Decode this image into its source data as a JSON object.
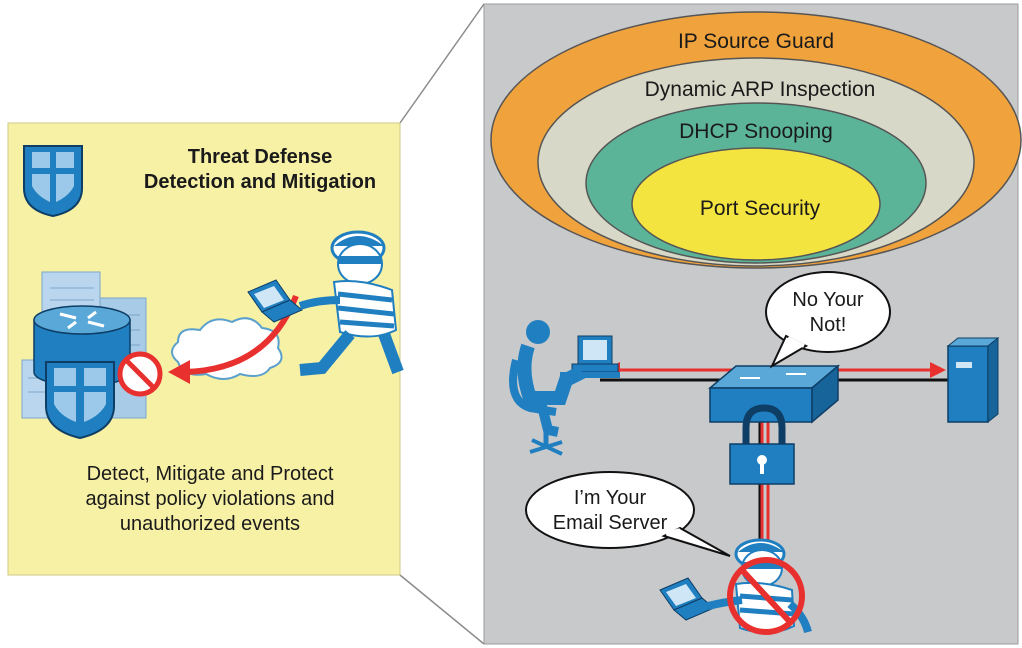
{
  "left_panel": {
    "title_line1": "Threat Defense",
    "title_line2": "Detection and Mitigation",
    "description_line1": "Detect, Mitigate and Protect",
    "description_line2": "against policy violations and",
    "description_line3": "unauthorized events"
  },
  "layers": {
    "outer": "IP Source Guard",
    "second": "Dynamic ARP Inspection",
    "third": "DHCP Snooping",
    "inner": "Port Security"
  },
  "bubbles": {
    "switch_line1": "No Your",
    "switch_line2": "Not!",
    "attacker_line1": "I’m Your",
    "attacker_line2": "Email Server"
  },
  "colors": {
    "left_panel_bg": "#f7f1a6",
    "right_panel_bg": "#c8c9cb",
    "ip_source_guard": "#f0a23c",
    "dynamic_arp": "#d8d8c8",
    "dhcp_snooping": "#5cb498",
    "port_security": "#f4e440",
    "device_blue": "#1f7fc0",
    "link_red": "#e8312e"
  }
}
